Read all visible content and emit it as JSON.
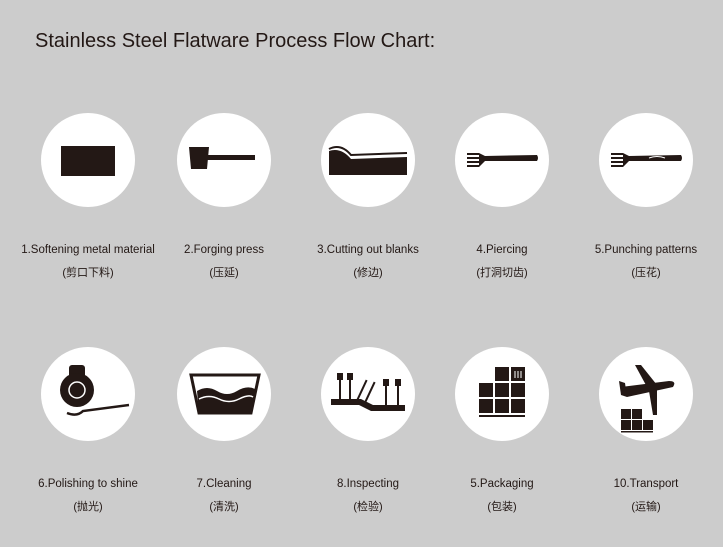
{
  "title": "Stainless Steel Flatware Process Flow Chart:",
  "colors": {
    "background": "#cccccc",
    "icon": "#231815",
    "circle": "#ffffff"
  },
  "steps": [
    {
      "label": "1.Softening metal material",
      "zh": "(剪口下料)",
      "icon": "metal-sheet-icon"
    },
    {
      "label": "2.Forging press",
      "zh": "(压延)",
      "icon": "forged-blank-icon"
    },
    {
      "label": "3.Cutting out blanks",
      "zh": "(修边)",
      "icon": "cutting-blank-icon"
    },
    {
      "label": "4.Piercing",
      "zh": "(打洞切齿)",
      "icon": "fork-icon"
    },
    {
      "label": "5.Punching patterns",
      "zh": "(压花)",
      "icon": "patterned-fork-icon"
    },
    {
      "label": "6.Polishing to shine",
      "zh": "(抛光)",
      "icon": "polishing-wheel-icon"
    },
    {
      "label": "7.Cleaning",
      "zh": "(清洗)",
      "icon": "wash-basin-icon"
    },
    {
      "label": "8.Inspecting",
      "zh": "(检验)",
      "icon": "inspection-line-icon"
    },
    {
      "label": "5.Packaging",
      "zh": "(包装)",
      "icon": "boxes-icon"
    },
    {
      "label": "10.Transport",
      "zh": "(运输)",
      "icon": "airplane-icon"
    }
  ]
}
